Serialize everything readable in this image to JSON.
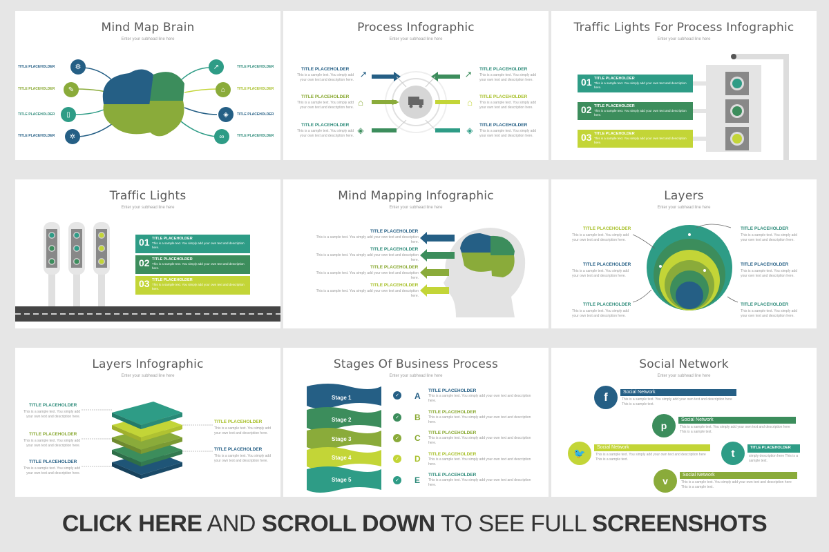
{
  "slides": [
    {
      "title": "Mind Map Brain",
      "subtitle": "Enter your subhead line here"
    },
    {
      "title": "Process Infographic",
      "subtitle": "Enter your subhead line here"
    },
    {
      "title": "Traffic Lights For Process Infographic",
      "subtitle": "Enter your subhead line here"
    },
    {
      "title": "Traffic Lights",
      "subtitle": "Enter your subhead line here"
    },
    {
      "title": "Mind Mapping Infographic",
      "subtitle": "Enter your subhead line here"
    },
    {
      "title": "Layers",
      "subtitle": "Enter your subhead line here"
    },
    {
      "title": "Layers  Infographic",
      "subtitle": "Enter your subhead line here"
    },
    {
      "title": "Stages Of Business Process",
      "subtitle": "Enter your subhead line here"
    },
    {
      "title": "Social Network",
      "subtitle": "Enter your subhead line here"
    }
  ],
  "placeholder": "TITLE PLACEHOLDER",
  "sample_text": "This is a sample text. You simply add your own text and description here.",
  "sample_short": "This is a sample text. You simply add your own text and description here.",
  "numbers": [
    "01",
    "02",
    "03"
  ],
  "stages": [
    "Stage 1",
    "Stage 2",
    "Stage 3",
    "Stage 4",
    "Stage 5"
  ],
  "letters": [
    "A",
    "B",
    "C",
    "D",
    "E"
  ],
  "social": [
    "Social Network",
    "Social Network",
    "Social Network",
    "Social Network"
  ],
  "social_desc": "This is a sample text. You simply add your own text and description here This is a sample text.",
  "social_desc_short": "simply description here This is a sample text.",
  "social_icons": [
    "f",
    "p",
    "t",
    "t",
    "v"
  ],
  "footer": {
    "part1": "CLICK HERE",
    "part2": " AND ",
    "part3": "SCROLL DOWN",
    "part4": " TO SEE FULL ",
    "part5": "SCREENSHOTS"
  },
  "colors": {
    "blue": "#255f85",
    "teal": "#2e9c86",
    "green": "#3c8d5c",
    "olive": "#8aab3a",
    "lime": "#c3d537"
  }
}
